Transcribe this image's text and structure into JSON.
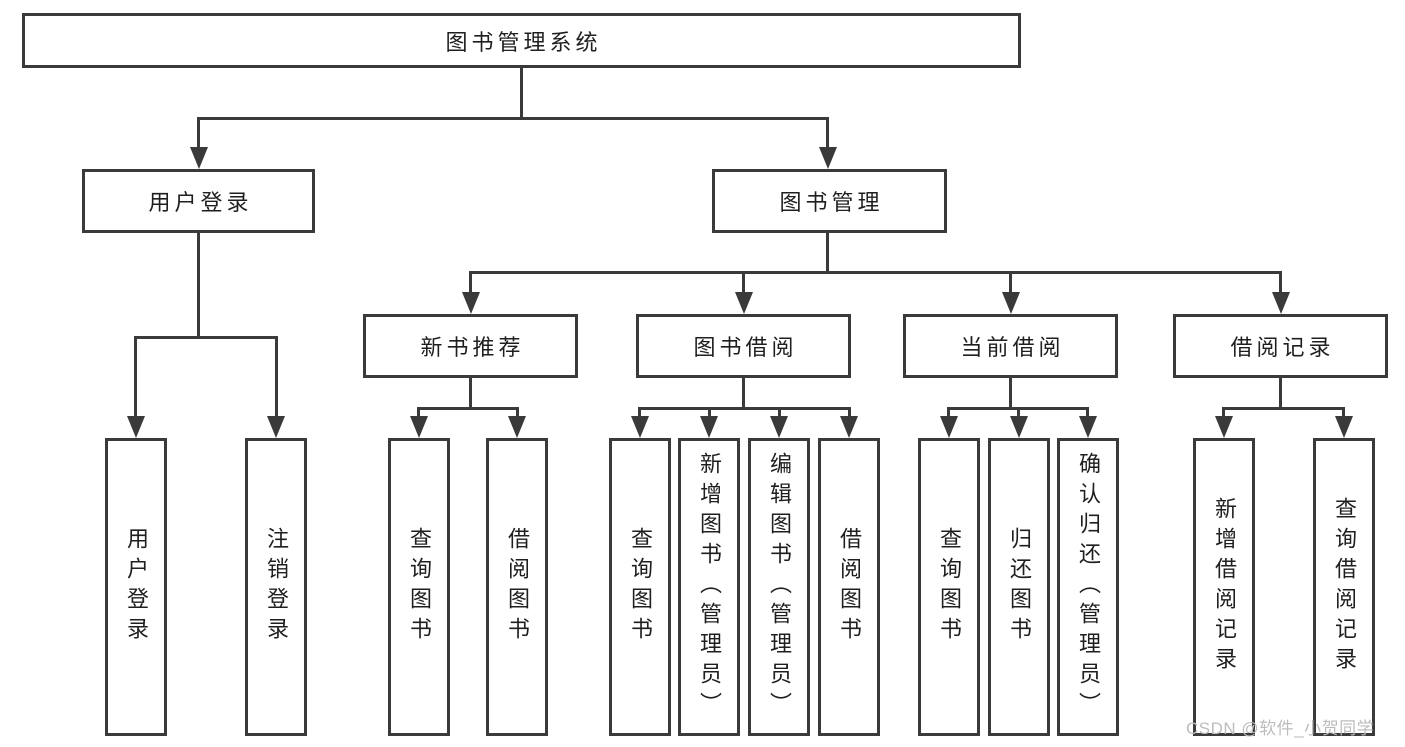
{
  "tree": {
    "root": {
      "label": "图书管理系统"
    },
    "login": {
      "label": "用户登录",
      "children": [
        {
          "label": "用户登录"
        },
        {
          "label": "注销登录"
        }
      ]
    },
    "mgmt": {
      "label": "图书管理",
      "sections": [
        {
          "label": "新书推荐",
          "children": [
            {
              "label": "查询图书"
            },
            {
              "label": "借阅图书"
            }
          ]
        },
        {
          "label": "图书借阅",
          "children": [
            {
              "label": "查询图书"
            },
            {
              "label": "新增图书（管理员）"
            },
            {
              "label": "编辑图书（管理员）"
            },
            {
              "label": "借阅图书"
            }
          ]
        },
        {
          "label": "当前借阅",
          "children": [
            {
              "label": "查询图书"
            },
            {
              "label": "归还图书"
            },
            {
              "label": "确认归还（管理员）"
            }
          ]
        },
        {
          "label": "借阅记录",
          "children": [
            {
              "label": "新增借阅记录"
            },
            {
              "label": "查询借阅记录"
            }
          ]
        }
      ]
    }
  },
  "watermark": {
    "text": "CSDN @软件_小贺同学"
  },
  "colors": {
    "line": "#3a3a3a",
    "text": "#1f1f1f",
    "background": "#ffffff",
    "watermark": "#bdbdbd"
  }
}
